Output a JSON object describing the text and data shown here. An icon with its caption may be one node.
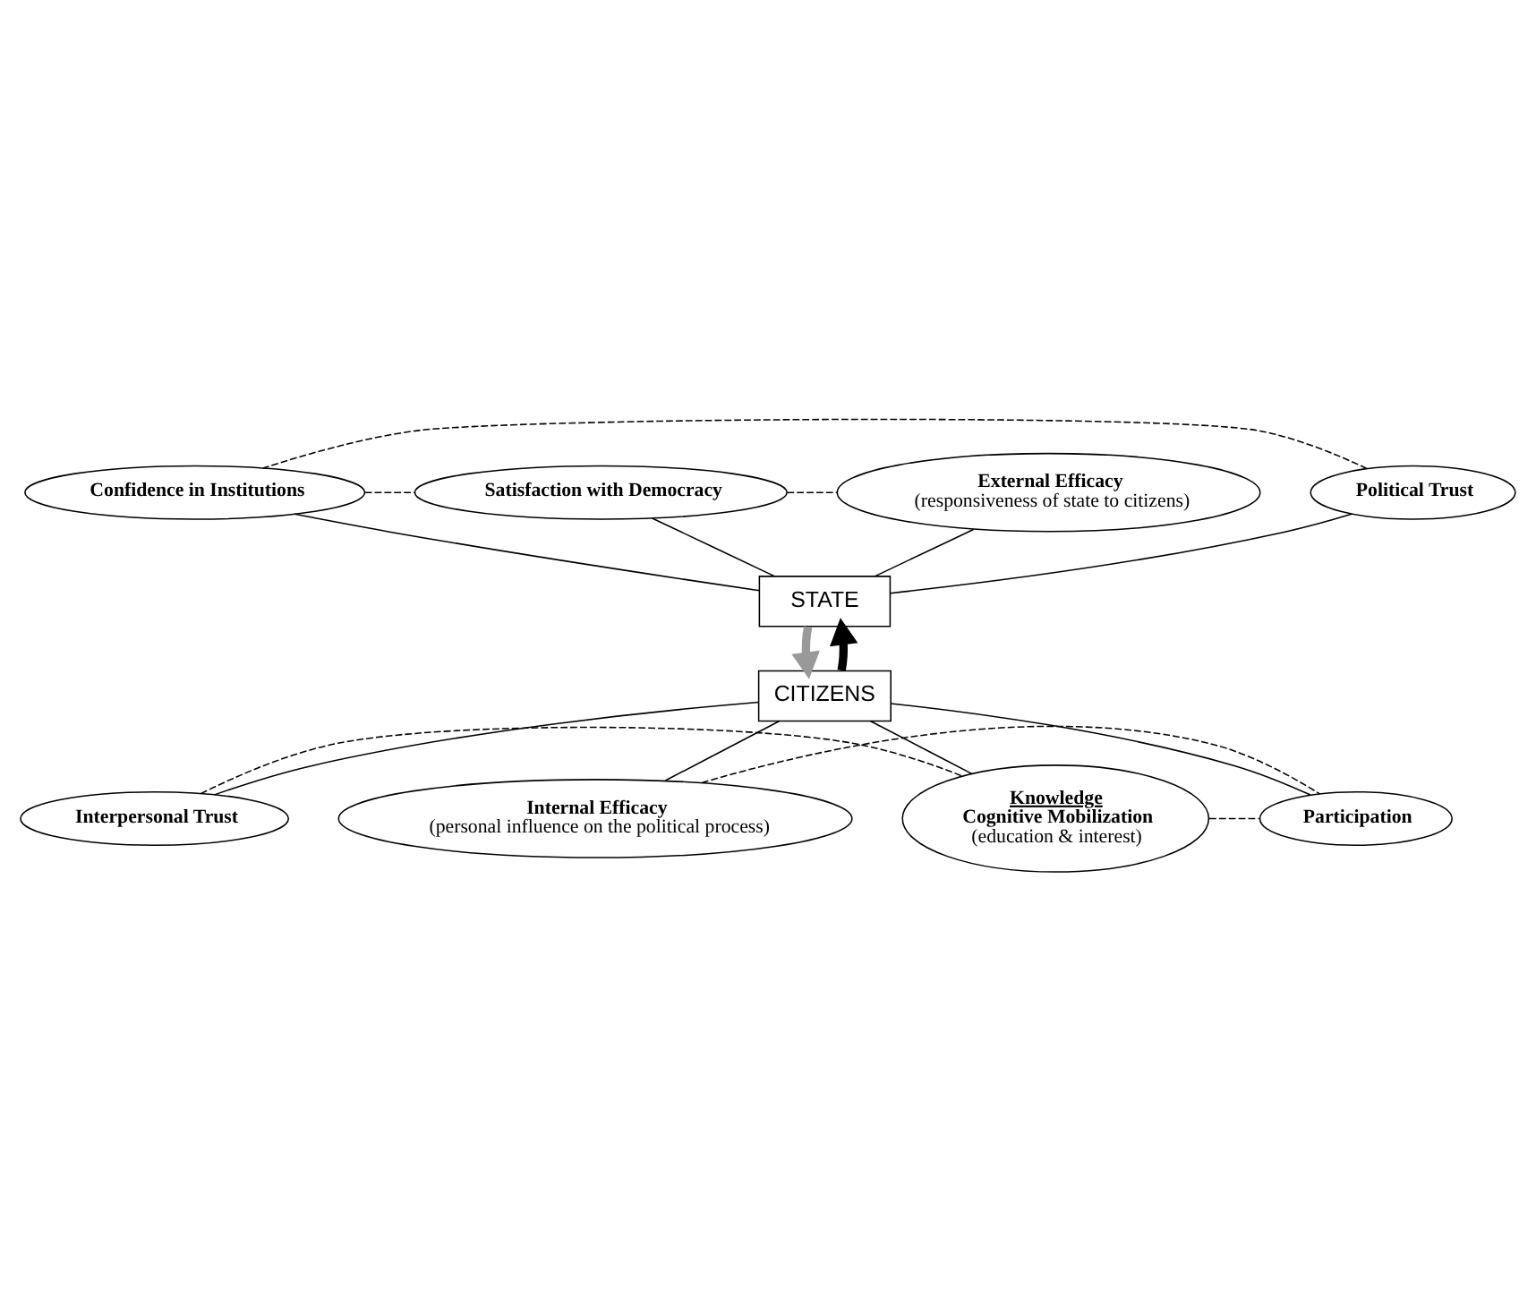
{
  "diagram": {
    "nodes": [
      {
        "text": [
          "Confidence in Institutions"
        ]
      },
      {
        "text": [
          "Satisfaction with Democracy"
        ]
      },
      {
        "text": [
          "Political Trust"
        ]
      },
      {
        "text": [
          "External Efficacy",
          "(responsiveness of state to citizens)"
        ]
      },
      {
        "text": [
          "STATE"
        ]
      },
      {
        "text": [
          "CITIZENS"
        ]
      },
      {
        "text": [
          "Interpersonal Trust"
        ]
      },
      {
        "text": [
          "Internal Efficacy",
          "(personal influence on the political process)"
        ]
      },
      {
        "text": [
          "Knowledge",
          "Cognitive Mobilization",
          "(education & interest)"
        ]
      },
      {
        "text": [
          "Participation"
        ]
      }
    ],
    "edges": [
      {
        "from": 2,
        "to": 0,
        "arrow": "none",
        "style": "dashed"
      },
      {
        "from": 0,
        "to": 1,
        "arrow": "none",
        "style": "dashed"
      },
      {
        "from": 1,
        "to": 3,
        "arrow": "none",
        "style": "dashed"
      },
      {
        "from": 2,
        "to": 4,
        "arrow": "none"
      },
      {
        "from": 0,
        "to": 4,
        "arrow": "none"
      },
      {
        "from": 1,
        "to": 4,
        "arrow": "none"
      },
      {
        "from": 3,
        "to": 4,
        "arrow": "none"
      },
      {
        "from": 4,
        "to": 5,
        "arrow": "to",
        "style": "thick",
        "color": "#999999"
      },
      {
        "from": 5,
        "to": 4,
        "arrow": "to",
        "style": "thick"
      },
      {
        "from": 5,
        "to": 6,
        "arrow": "none"
      },
      {
        "from": 5,
        "to": 7,
        "arrow": "none"
      },
      {
        "from": 5,
        "to": 8,
        "arrow": "none"
      },
      {
        "from": 5,
        "to": 9,
        "arrow": "none"
      },
      {
        "from": 6,
        "to": 8,
        "arrow": "none",
        "style": "dashed"
      },
      {
        "from": 8,
        "to": 9,
        "arrow": "none",
        "style": "dashed"
      },
      {
        "from": 7,
        "to": 9,
        "arrow": "none",
        "style": "dashed"
      }
    ]
  }
}
